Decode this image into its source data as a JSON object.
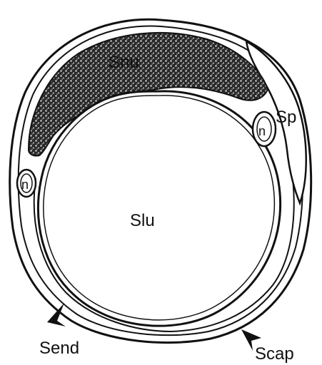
{
  "labels": {
    "snu": "Snu",
    "sp": "Sp",
    "slu": "Slu",
    "send": "Send",
    "scap": "Scap",
    "n_left": "n",
    "n_right": "n"
  },
  "colors": {
    "ink": "#111111",
    "background": "#ffffff",
    "stipple": "#1a1a1a"
  }
}
